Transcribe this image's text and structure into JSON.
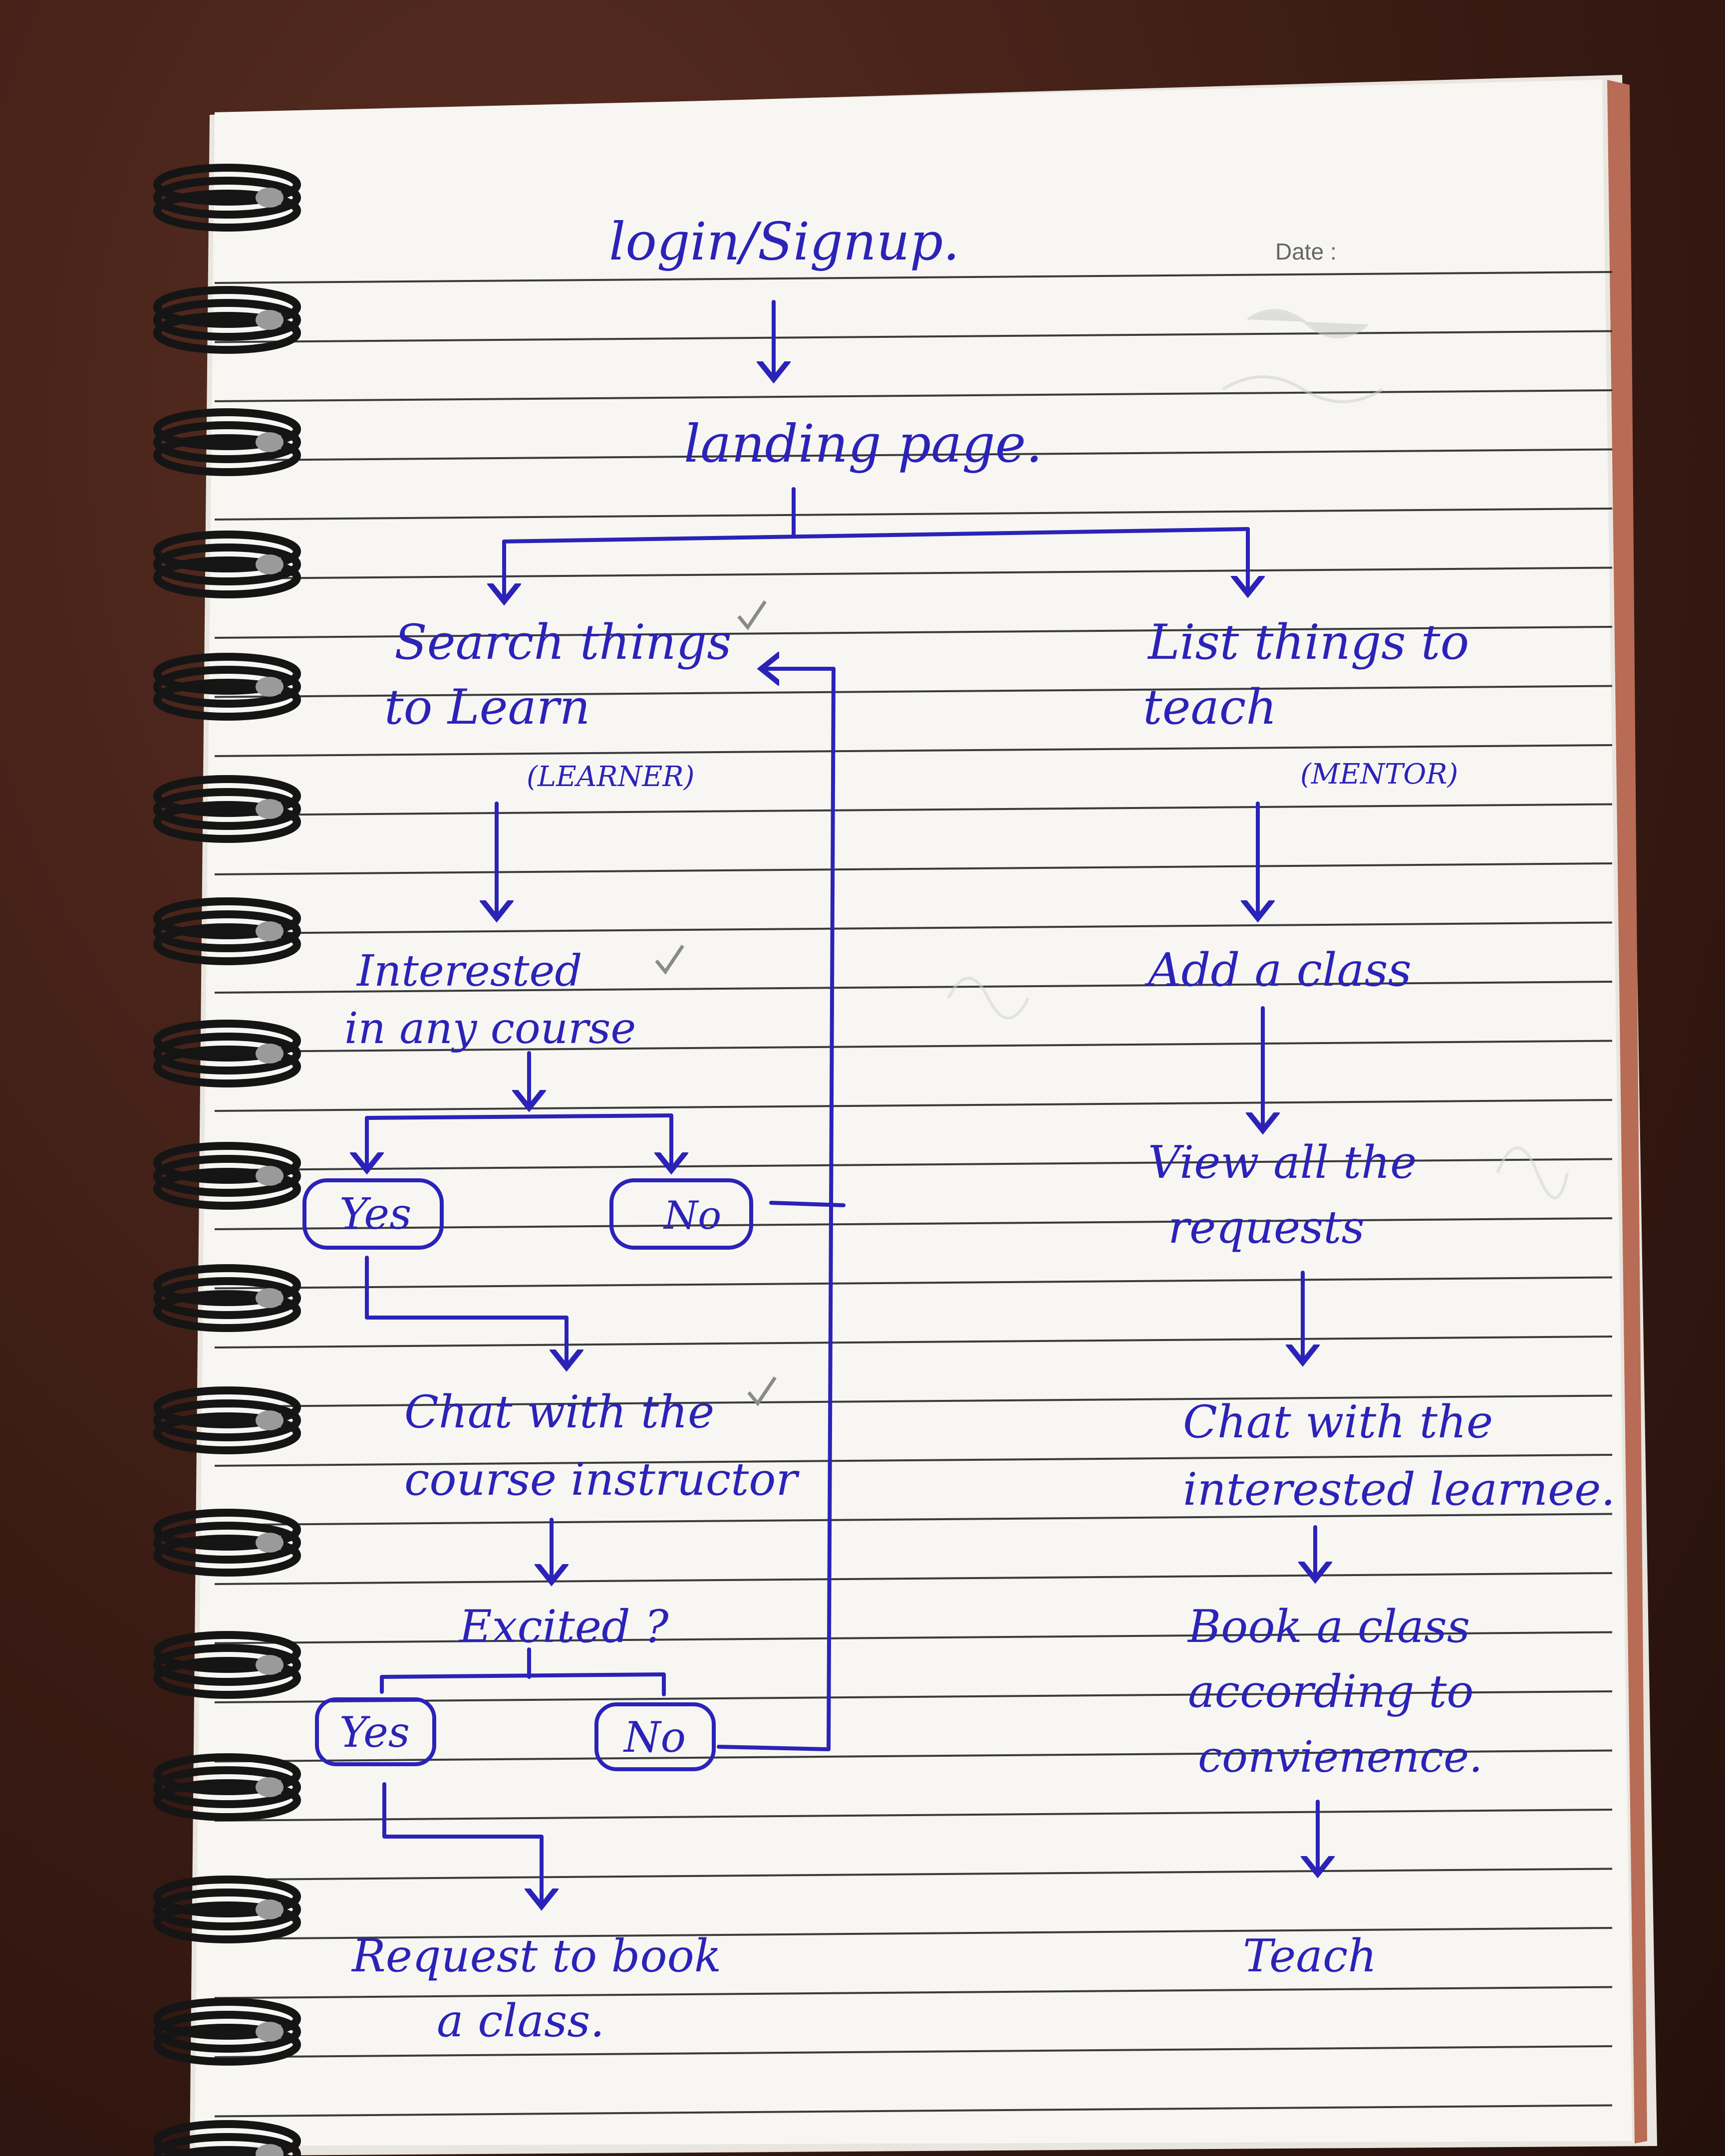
{
  "page": {
    "date_label": "Date :"
  },
  "flow": {
    "login": "login/Signup.",
    "landing": "landing page.",
    "learner": {
      "title_1": "Search things",
      "title_2": "to Learn",
      "role": "(LEARNER)",
      "interested_1": "Interested",
      "interested_2": "in any course",
      "yes1": "Yes",
      "no1": "No",
      "chat_1": "Chat with the",
      "chat_2": "course instructor",
      "excited": "Excited ?",
      "yes2": "Yes",
      "no2": "No",
      "request_1": "Request to book",
      "request_2": "a class."
    },
    "mentor": {
      "title_1": "List things to",
      "title_2": "teach",
      "role": "(MENTOR)",
      "add_class": "Add a class",
      "view_1": "View all the",
      "view_2": "requests",
      "chat_1": "Chat with the",
      "chat_2": "interested learnee.",
      "book_1": "Book a class",
      "book_2": "according to",
      "book_3": "convienence.",
      "teach": "Teach"
    }
  },
  "colors": {
    "ink": "#2b23b8",
    "paper": "#f7f6f2",
    "rule": "#3b3b3b",
    "desk": "#3a1b14"
  }
}
